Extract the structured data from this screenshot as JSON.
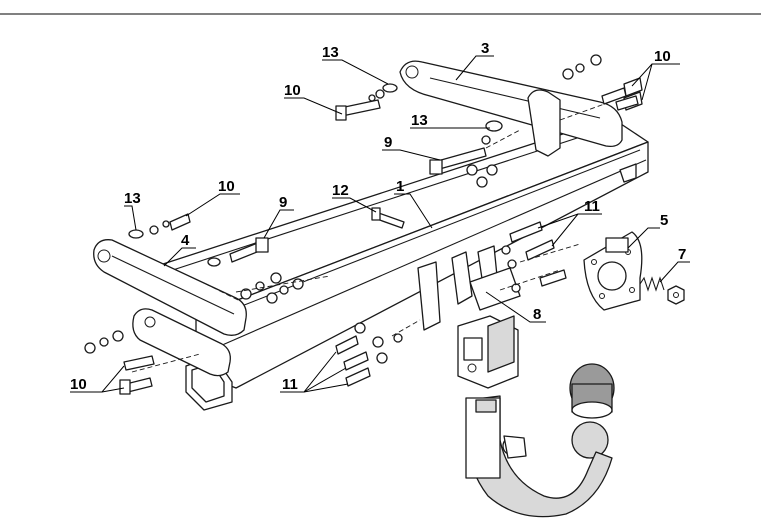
{
  "callouts": {
    "c1": "1",
    "c3": "3",
    "c4": "4",
    "c5": "5",
    "c7": "7",
    "c8": "8",
    "c9a": "9",
    "c9b": "9",
    "c10a": "10",
    "c10b": "10",
    "c10c": "10",
    "c10d": "10",
    "c11a": "11",
    "c11b": "11",
    "c12": "12",
    "c13a": "13",
    "c13b": "13",
    "c13c": "13"
  },
  "colors": {
    "line": "#1a1a1a",
    "fill_light": "#d9d9d9",
    "fill_dark": "#9a9a9a",
    "background": "#ffffff"
  }
}
